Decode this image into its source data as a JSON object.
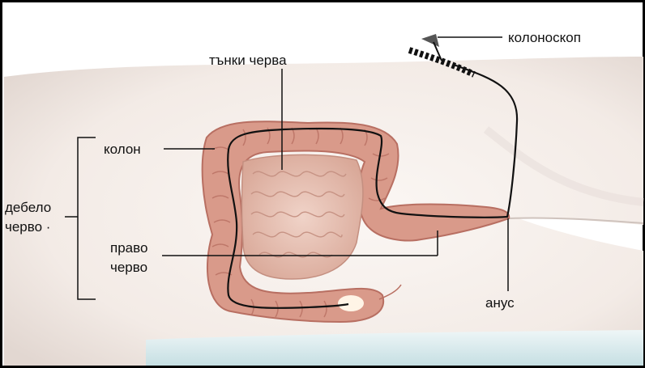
{
  "labels": {
    "small_intestine": "тънки черва",
    "colonoscope": "колоноскоп",
    "colon": "колон",
    "large_intestine_line1": "дебело",
    "large_intestine_line2": "черво ·",
    "rectum_line1": "право",
    "rectum_line2": "черво",
    "anus": "анус"
  },
  "colors": {
    "frame": "#000000",
    "body_skin": "#f6f0ec",
    "body_shadow": "#d9cfca",
    "colon": "#d99a8a",
    "colon_edge": "#b86f62",
    "small_intestine": "#e9c4b8",
    "scope_line": "#111111",
    "table_edge": "#cfe3e6"
  }
}
